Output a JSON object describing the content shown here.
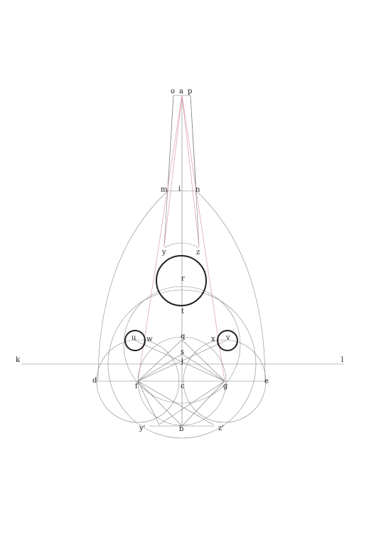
{
  "labels": {
    "o": "o",
    "a": "a",
    "p": "p",
    "m": "m",
    "i": "i",
    "n": "n",
    "y": "y",
    "z": "z",
    "r": "r",
    "t": "t",
    "u": "u",
    "w": "w",
    "q": "q",
    "x": "x",
    "v": "v",
    "s": "s",
    "j": "j",
    "k": "k",
    "l": "l",
    "d": "d",
    "f": "f",
    "c": "c",
    "g": "g",
    "e": "e",
    "y_prime": "y'",
    "b": "b",
    "z_prime": "z'"
  },
  "colors": {
    "construction": "#8a8a8a",
    "bold": "#222222",
    "red": "#d98a9a",
    "text": "#1a1a1a"
  }
}
